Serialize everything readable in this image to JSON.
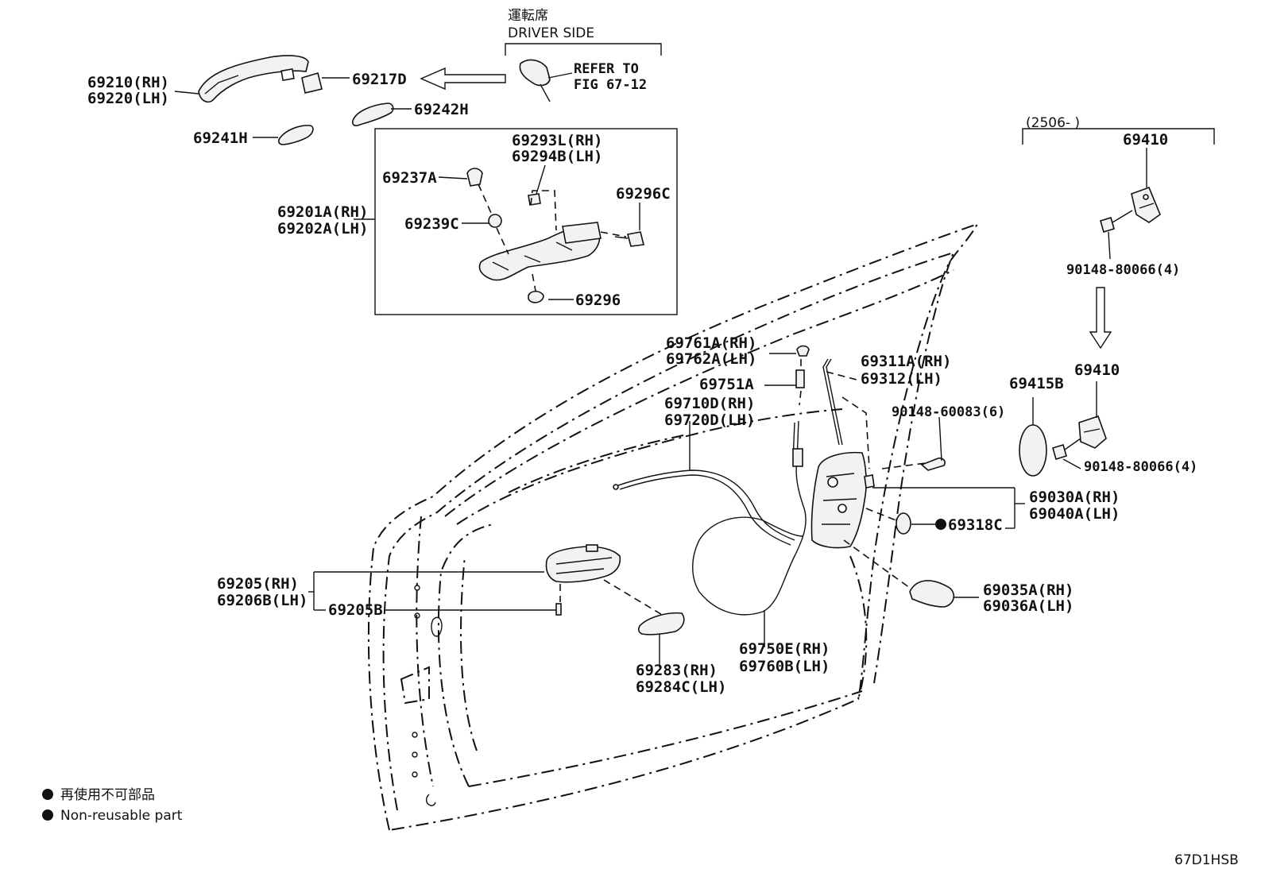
{
  "driver_side": {
    "ja": "運転席",
    "en": "DRIVER SIDE",
    "refer": "REFER TO",
    "fig": "FIG 67-12"
  },
  "date_bracket": "(2506-      )",
  "parts": {
    "p69210": "69210(RH)",
    "p69220": "69220(LH)",
    "p69217D": "69217D",
    "p69242H": "69242H",
    "p69241H": "69241H",
    "p69293L": "69293L(RH)",
    "p69294B": "69294B(LH)",
    "p69237A": "69237A",
    "p69296C": "69296C",
    "p69201A": "69201A(RH)",
    "p69202A": "69202A(LH)",
    "p69239C": "69239C",
    "p69296": "69296",
    "p69410_top": "69410",
    "p90148_80066_a": "90148-80066(4)",
    "p69761A": "69761A(RH)",
    "p69762A": "69762A(LH)",
    "p69751A": "69751A",
    "p69710D": "69710D(RH)",
    "p69720D": "69720D(LH)",
    "p69311A": "69311A(RH)",
    "p69312": "69312(LH)",
    "p90148_60083": "90148-60083(6)",
    "p69415B": "69415B",
    "p69410_low": "69410",
    "p90148_80066_b": "90148-80066(4)",
    "p69030A": "69030A(RH)",
    "p69040A": "69040A(LH)",
    "p69318C": "69318C",
    "p69205": "69205(RH)",
    "p69206B": "69206B(LH)",
    "p69205B": "69205B",
    "p69035A": "69035A(RH)",
    "p69036A": "69036A(LH)",
    "p69750E": "69750E(RH)",
    "p69760B": "69760B(LH)",
    "p69283": "69283(RH)",
    "p69284C": "69284C(LH)"
  },
  "legend": {
    "ja": "再使用不可部品",
    "en": "Non-reusable part"
  },
  "diagram_code": "67D1HSB"
}
